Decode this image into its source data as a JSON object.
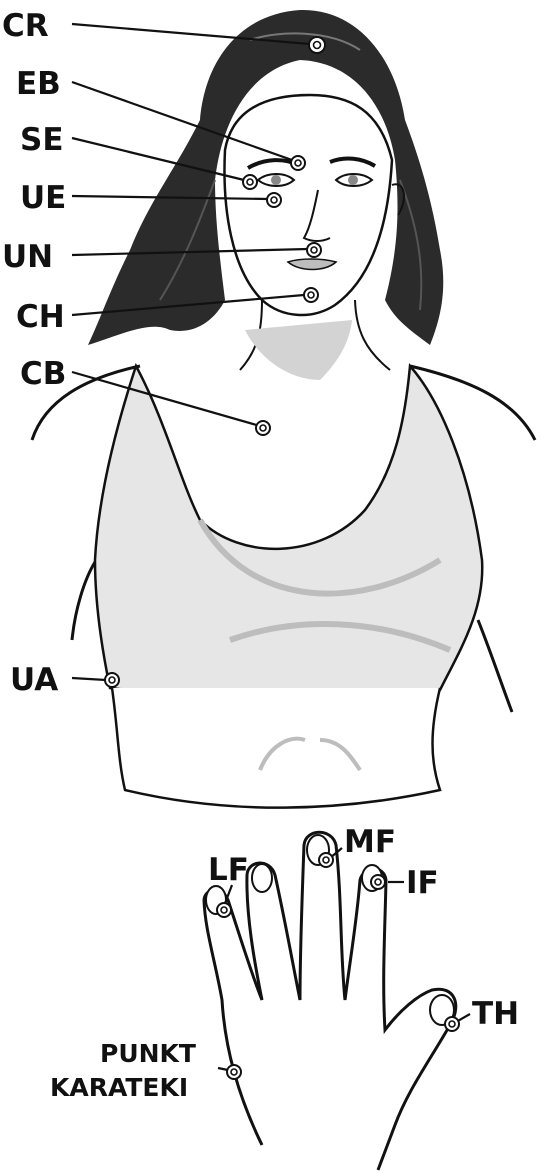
{
  "labels": {
    "cr": "CR",
    "eb": "EB",
    "se": "SE",
    "ue": "UE",
    "un": "UN",
    "ch": "CH",
    "cb": "CB",
    "ua": "UA",
    "lf": "LF",
    "mf": "MF",
    "if": "IF",
    "th": "TH",
    "karate_line1": "PUNKT",
    "karate_line2": "KARATEKI"
  },
  "colors": {
    "ink": "#111111",
    "hair": "#2b2b2b",
    "garment": "#e6e6e6",
    "shadow": "#bdbdbd"
  }
}
